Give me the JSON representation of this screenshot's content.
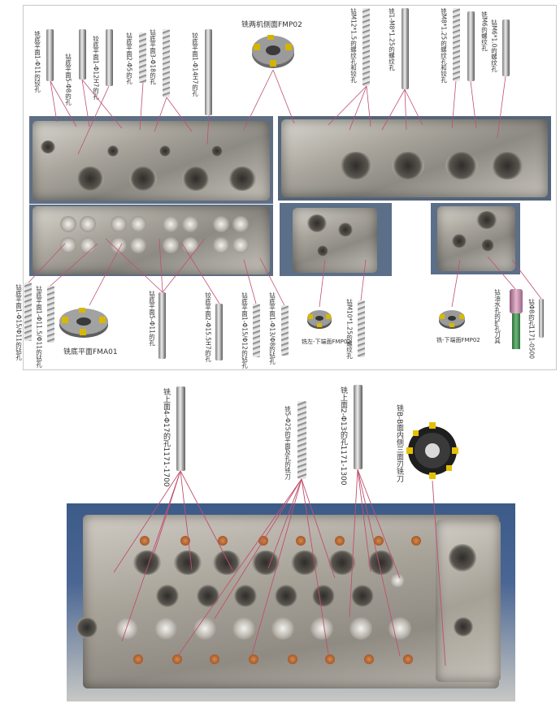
{
  "top": {
    "labels_top": [
      "铣底平面1-Φ11的铰孔",
      "钻底平面5-Φ8的孔",
      "铰底平面1-Φ12H7的孔",
      "钻底平面2-Φ5的孔",
      "钻底平面3-Φ18的孔",
      "铰底平面1-Φ14H7的孔"
    ],
    "fmp02_label": "铣两机侧面FMP02",
    "labels_top_right": [
      "钻M12*1.5的螺纹孔和铰孔",
      "铣1-M8*1.25的螺纹孔",
      "铣M8*1.25的螺纹孔和铰孔",
      "铣M6的螺纹孔",
      "钻M6*1.0的螺纹孔"
    ],
    "labels_bottom_left": [
      "钻底平面1-Φ15/Φ11的钻孔",
      "钻底平面1-Φ11.5/Φ11的钻孔"
    ],
    "fma01_label": "铣底平面FMA01",
    "labels_bottom_mid": [
      "钻底平面5-Φ11的孔",
      "铰底平面2-Φ15.5H7的孔",
      "钻底平面1-Φ15/Φ12的钻孔",
      "钻底平面1-Φ13/Φ8的钻孔"
    ],
    "label_step_fmp02": "铣左-下端面FMP02",
    "label_m10": "钻M10*1.25的螺纹孔",
    "label_end_fmp02": "铣-下端面FMP02",
    "label_water": "钻油水孔的扩孔刀具",
    "label_1171": "钻Φ8的孔1171-0500"
  },
  "bottom": {
    "tool_left": "铣上面4-Φ17的孔1171-1700",
    "tool_mid": "铣5-Φ25的平面及孔的铣刀",
    "tool_right": "铣上面2-Φ13的孔1171-1300",
    "cutter_label": "铣B-B面内侧三面刃铣刀"
  }
}
